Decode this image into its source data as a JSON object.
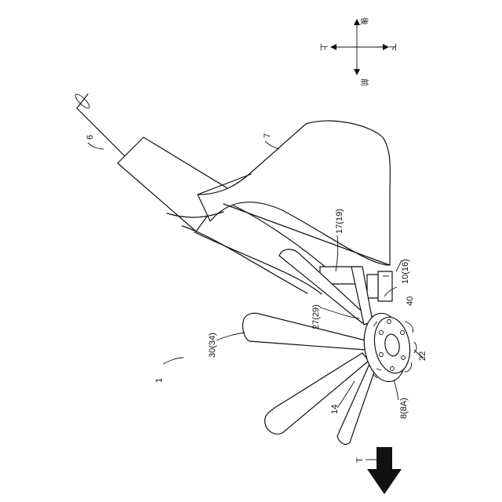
{
  "orientation": {
    "up": "上",
    "down": "下",
    "front": "前",
    "back": "後"
  },
  "labels": {
    "pipe": "6",
    "hood": "7",
    "device": "1",
    "bracket": "17(19)",
    "plate": "10(16)",
    "spacer": "40",
    "tine_upper": "27(29)",
    "tine_large": "30(34)",
    "hub_center": "22",
    "tine_lower": "14",
    "rotor": "8(8A)",
    "direction": "T"
  },
  "colors": {
    "ink": "#111111",
    "paper": "#ffffff"
  }
}
